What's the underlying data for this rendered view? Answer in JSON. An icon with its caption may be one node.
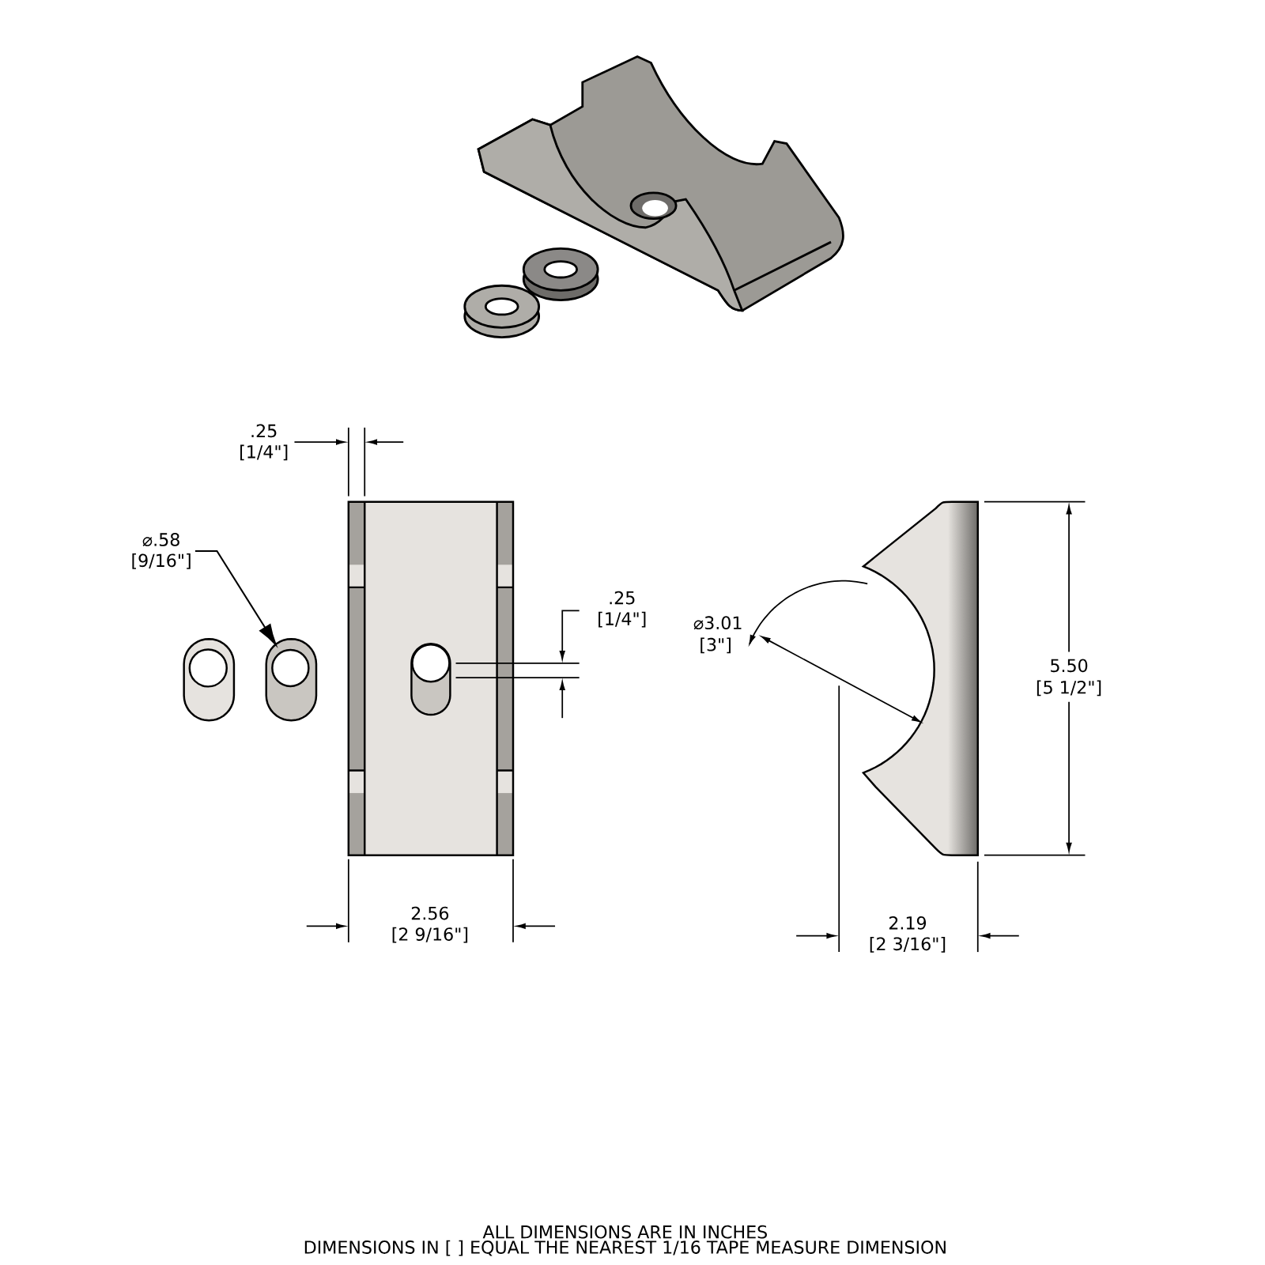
{
  "diagram": {
    "nodes": [
      {
        "text": [
          "⌀.58",
          "[9/16\"]"
        ]
      },
      {
        "text": [],
        "shape": "circle"
      }
    ],
    "edges": [
      {
        "from": 0,
        "to": 1,
        "arrow": "to"
      }
    ],
    "labels": [
      ".25",
      "[1/4\"]",
      ".25",
      "[1/4\"]",
      "⌀3.01",
      "[3\"]",
      "5.50",
      "[5 1/2\"]",
      "2.56",
      "[2 9/16\"]",
      "2.19",
      "[2 3/16\"]",
      "ALL DIMENSIONS ARE IN INCHES",
      "DIMENSIONS IN [ ] EQUAL THE NEAREST 1/16 TAPE MEASURE DIMENSION"
    ]
  }
}
